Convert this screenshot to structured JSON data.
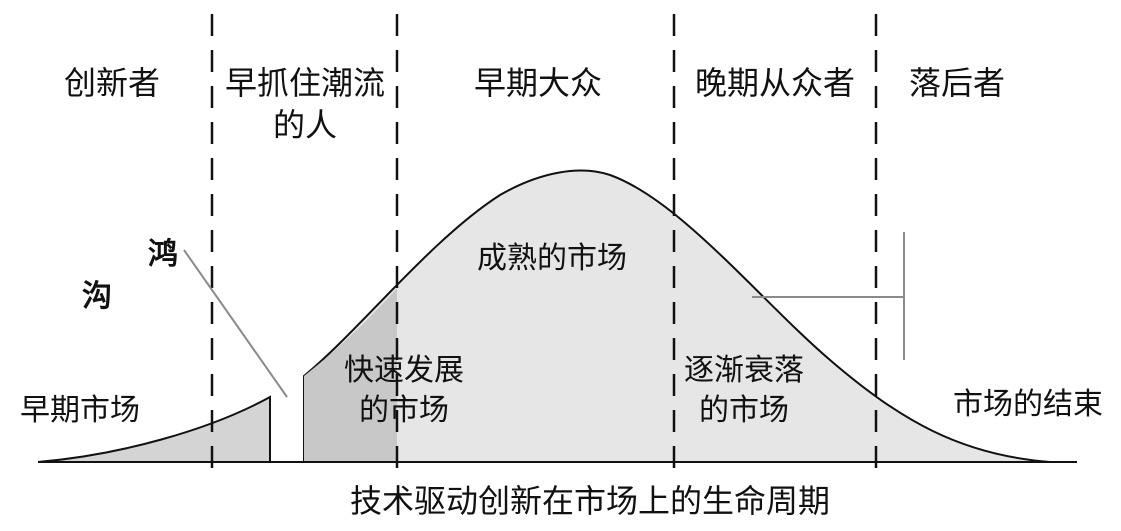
{
  "title": "技术驱动创新在市场上的生命周期",
  "segments": {
    "innovators": "创新者",
    "early_adopters_line1": "早抓住潮流",
    "early_adopters_line2": "的人",
    "early_majority": "早期大众",
    "late_majority": "晚期从众者",
    "laggards": "落后者"
  },
  "chasm": {
    "word1": "鸿",
    "word2": "沟"
  },
  "stages": {
    "early_market": "早期市场",
    "rapid_growth_line1": "快速发展",
    "rapid_growth_line2": "的市场",
    "mature_market": "成熟的市场",
    "declining_line1": "逐渐衰落",
    "declining_line2": "的市场",
    "end_of_market": "市场的结束"
  },
  "colors": {
    "curve_fill": "#e6e6e6",
    "highlight_fill": "#c8c8c8",
    "stroke": "#111111",
    "pointer": "#8a8a8a"
  }
}
